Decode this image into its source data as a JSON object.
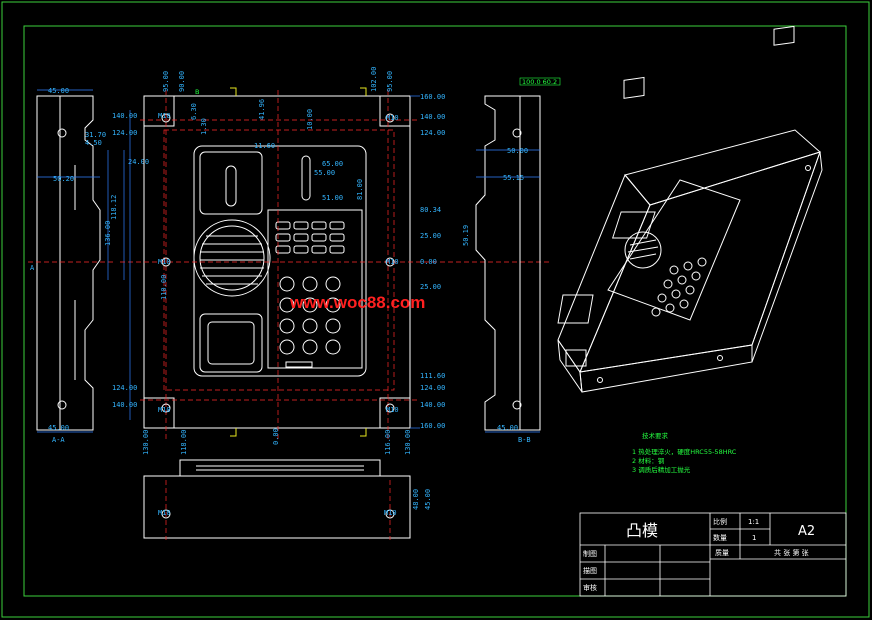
{
  "watermark": "www.woc88.com",
  "section_labels": {
    "left": "A-A",
    "right": "B-B"
  },
  "axis_labels": {
    "left_arrow": "A",
    "top_tick": "B"
  },
  "corner_features": [
    "M10",
    "M10",
    "M10",
    "M10",
    "M10",
    "M10",
    "M10",
    "M10"
  ],
  "dims_left_view": [
    "45.00",
    "31.70",
    "4.50",
    "50.20",
    "118.12",
    "136.00",
    "24.00",
    "45.00"
  ],
  "dims_plan_left": [
    "140.00",
    "124.00",
    "110.00",
    "124.00",
    "140.00"
  ],
  "dims_plan_right": [
    "160.00",
    "140.00",
    "124.00",
    "80.34",
    "25.00",
    "0.00",
    "25.00",
    "111.60",
    "124.00",
    "140.00",
    "160.00"
  ],
  "dims_plan_top": [
    "95.00",
    "90.00",
    "6.30",
    "1.30",
    "102.00",
    "95.00",
    "41.96",
    "11.60",
    "10.00",
    "65.00",
    "55.00",
    "51.00",
    "81.00"
  ],
  "dims_plan_bottom": [
    "130.00",
    "118.00",
    "0.00",
    "116.00",
    "130.00"
  ],
  "dims_right_view": [
    "45.00",
    "50.00",
    "55.15",
    "50.19"
  ],
  "dims_front_view": [
    "48.00",
    "45.00"
  ],
  "tag_box": "100.0 60.2",
  "tech_notes": {
    "title": "技术要求",
    "items": [
      "1  热处理淬火，硬度HRC55-58HRC",
      "2  材料：钢",
      "3  调质后精加工抛光"
    ]
  },
  "title_block": {
    "part_name": "凸模",
    "scale_label": "比例",
    "scale_value": "1:1",
    "qty_label": "数量",
    "qty_value": "1",
    "sheet_size": "A2",
    "weight_label": "质量",
    "sheet_info": "共 张 第 张",
    "rows": [
      "制图",
      "描图",
      "审核"
    ]
  },
  "colors": {
    "background": "#000000",
    "outline": "#ffffff",
    "dimension": "#33b5ff",
    "centerline": "#ff2a2a",
    "watermark": "#ff2020",
    "notes": "#24ff40",
    "frame": "#3cd03c"
  }
}
